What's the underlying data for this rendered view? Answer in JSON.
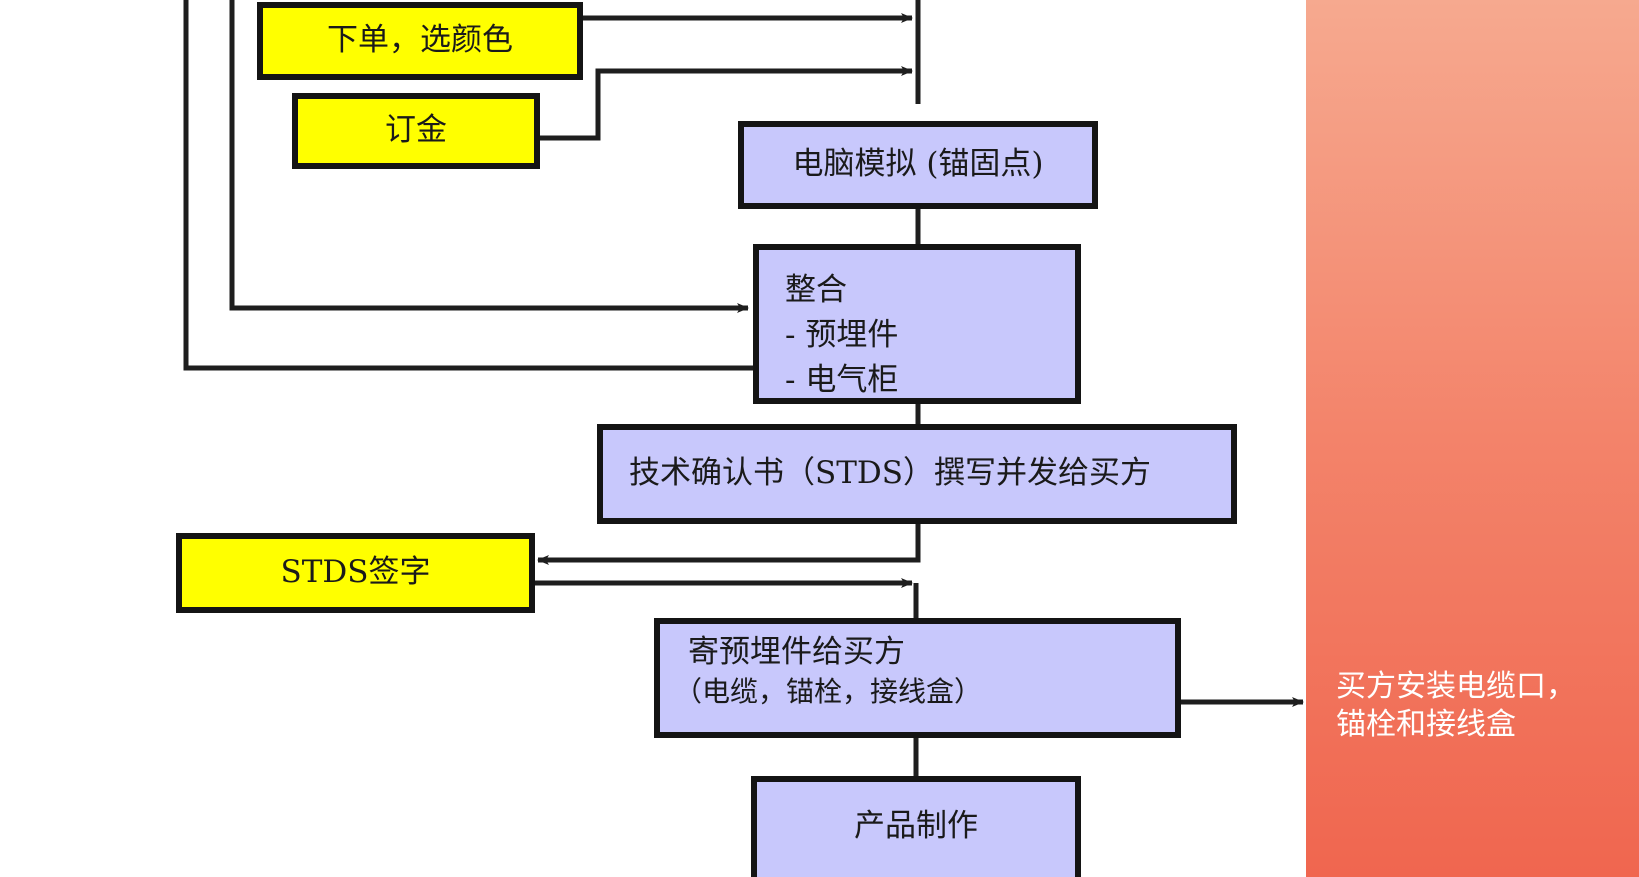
{
  "boxes": {
    "order_color": "下单，选颜色",
    "deposit": "订金",
    "computer_sim": "电脑模拟 (锚固点)",
    "integrate": {
      "title": "整合",
      "item1": "- 预埋件",
      "item2": "- 电气柜"
    },
    "stds_write": "技术确认书（STDS）撰写并发给买方",
    "stds_sign": "STDS签字",
    "ship_parts": {
      "line1": "寄预埋件给买方",
      "line2": "（电缆，锚栓，接线盒）"
    },
    "production": "产品制作"
  },
  "side_panel": {
    "line1": "买方安装电缆口，",
    "line2": "锚栓和接线盒"
  },
  "colors": {
    "yellow_box": "#ffff00",
    "lavender_box": "#c8c8fc",
    "connector": "#1e1e1e",
    "panel_top": "#f6a98f",
    "panel_bottom": "#f0664f",
    "panel_text": "#ffffff"
  }
}
